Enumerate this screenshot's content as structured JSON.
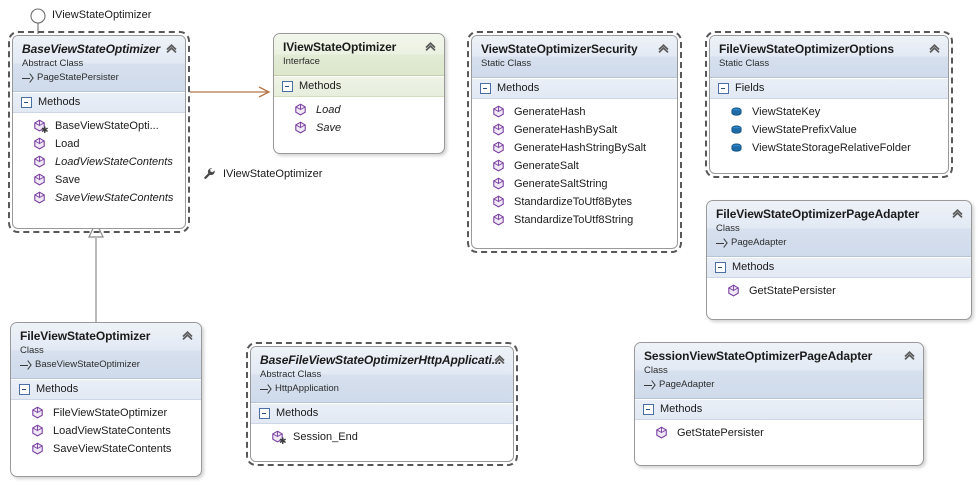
{
  "diagram": {
    "kind": "uml-class-diagram",
    "colors": {
      "class_header_top": "#eef2f8",
      "class_header_bottom": "#cfdaeb",
      "interface_header_top": "#f2f6ec",
      "interface_header_bottom": "#dce7cc",
      "compartment_band": "#e6ecf6",
      "method_icon": "#7a3fa0",
      "field_icon": "#1f6fb5",
      "border": "#9a9a9a",
      "static_dash_border": "#58585a",
      "realization_arrow": "#b5764a",
      "inheritance_line": "#8a8a8a"
    },
    "labels": {
      "methods": "Methods",
      "fields": "Fields"
    },
    "shapes": [
      {
        "id": "base-view-state-optimizer",
        "title": "BaseViewStateOptimizer",
        "title_italic": true,
        "stereotype": "Abstract Class",
        "base": "PageStatePersister",
        "style": "abstract",
        "compartment": "Methods",
        "members": [
          {
            "name": "BaseViewStateOpti...",
            "icon": "method-icon",
            "italic": false,
            "static": true
          },
          {
            "name": "Load",
            "icon": "method-icon",
            "italic": false,
            "static": false
          },
          {
            "name": "LoadViewStateContents",
            "icon": "method-icon",
            "italic": true,
            "static": false
          },
          {
            "name": "Save",
            "icon": "method-icon",
            "italic": false,
            "static": false
          },
          {
            "name": "SaveViewStateContents",
            "icon": "method-icon",
            "italic": true,
            "static": false
          }
        ]
      },
      {
        "id": "iview-state-optimizer",
        "title": "IViewStateOptimizer",
        "title_italic": false,
        "stereotype": "Interface",
        "base": null,
        "style": "interface",
        "compartment": "Methods",
        "members": [
          {
            "name": "Load",
            "icon": "method-icon",
            "italic": true,
            "static": false
          },
          {
            "name": "Save",
            "icon": "method-icon",
            "italic": true,
            "static": false
          }
        ]
      },
      {
        "id": "view-state-optimizer-security",
        "title": "ViewStateOptimizerSecurity",
        "title_italic": false,
        "stereotype": "Static Class",
        "base": null,
        "style": "static",
        "compartment": "Methods",
        "members": [
          {
            "name": "GenerateHash",
            "icon": "method-icon",
            "italic": false,
            "static": false
          },
          {
            "name": "GenerateHashBySalt",
            "icon": "method-icon",
            "italic": false,
            "static": false
          },
          {
            "name": "GenerateHashStringBySalt",
            "icon": "method-icon",
            "italic": false,
            "static": false
          },
          {
            "name": "GenerateSalt",
            "icon": "method-icon",
            "italic": false,
            "static": false
          },
          {
            "name": "GenerateSaltString",
            "icon": "method-icon",
            "italic": false,
            "static": false
          },
          {
            "name": "StandardizeToUtf8Bytes",
            "icon": "method-icon",
            "italic": false,
            "static": false
          },
          {
            "name": "StandardizeToUtf8String",
            "icon": "method-icon",
            "italic": false,
            "static": false
          }
        ]
      },
      {
        "id": "file-view-state-optimizer-options",
        "title": "FileViewStateOptimizerOptions",
        "title_italic": false,
        "stereotype": "Static Class",
        "base": null,
        "style": "static",
        "compartment": "Fields",
        "members": [
          {
            "name": "ViewStateKey",
            "icon": "field-icon",
            "italic": false,
            "static": false
          },
          {
            "name": "ViewStatePrefixValue",
            "icon": "field-icon",
            "italic": false,
            "static": false
          },
          {
            "name": "ViewStateStorageRelativeFolder",
            "icon": "field-icon",
            "italic": false,
            "static": false
          }
        ]
      },
      {
        "id": "file-view-state-optimizer-page-adapter",
        "title": "FileViewStateOptimizerPageAdapter",
        "title_italic": false,
        "stereotype": "Class",
        "base": "PageAdapter",
        "style": "class",
        "compartment": "Methods",
        "members": [
          {
            "name": "GetStatePersister",
            "icon": "method-icon",
            "italic": false,
            "static": false
          }
        ]
      },
      {
        "id": "file-view-state-optimizer",
        "title": "FileViewStateOptimizer",
        "title_italic": false,
        "stereotype": "Class",
        "base": "BaseViewStateOptimizer",
        "style": "class",
        "compartment": "Methods",
        "members": [
          {
            "name": "FileViewStateOptimizer",
            "icon": "method-icon",
            "italic": false,
            "static": false
          },
          {
            "name": "LoadViewStateContents",
            "icon": "method-icon",
            "italic": false,
            "static": false
          },
          {
            "name": "SaveViewStateContents",
            "icon": "method-icon",
            "italic": false,
            "static": false
          }
        ]
      },
      {
        "id": "base-file-view-state-optimizer-http-application",
        "title": "BaseFileViewStateOptimizerHttpApplicati...",
        "title_italic": true,
        "stereotype": "Abstract Class",
        "base": "HttpApplication",
        "style": "abstract",
        "compartment": "Methods",
        "members": [
          {
            "name": "Session_End",
            "icon": "method-icon",
            "italic": false,
            "static": true
          }
        ]
      },
      {
        "id": "session-view-state-optimizer-page-adapter",
        "title": "SessionViewStateOptimizerPageAdapter",
        "title_italic": false,
        "stereotype": "Class",
        "base": "PageAdapter",
        "style": "class",
        "compartment": "Methods",
        "members": [
          {
            "name": "GetStatePersister",
            "icon": "method-icon",
            "italic": false,
            "static": false
          }
        ]
      }
    ],
    "connectors": {
      "lollipop_label": "IViewStateOptimizer",
      "interface_tag_label": "IViewStateOptimizer",
      "interface_tag_icon": "wrench-icon",
      "lollipop_icon": "lollipop-interface-icon",
      "realization_icon": "realization-arrow",
      "inheritance_icon": "inheritance-triangle"
    }
  }
}
